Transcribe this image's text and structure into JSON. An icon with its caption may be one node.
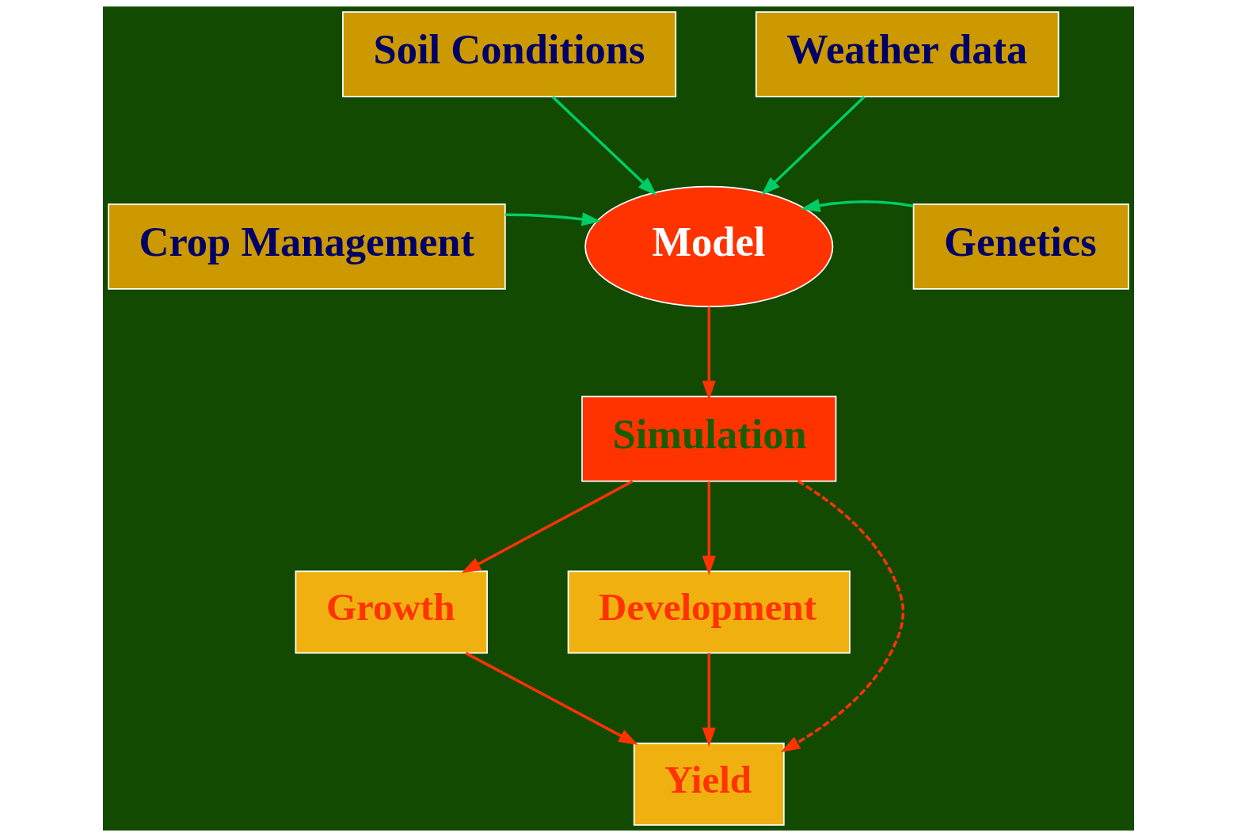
{
  "diagram": {
    "nodes": [
      {
        "text": [
          "Soil Conditions"
        ]
      },
      {
        "text": [
          "Weather data"
        ]
      },
      {
        "text": [
          "Model"
        ]
      },
      {
        "text": [
          "Crop Management"
        ]
      },
      {
        "text": [
          "Genetics"
        ]
      },
      {
        "text": [
          "Simulation"
        ]
      },
      {
        "text": [
          "Growth"
        ]
      },
      {
        "text": [
          "Development"
        ]
      },
      {
        "text": [
          "Yield"
        ]
      }
    ],
    "edges": [
      {
        "from": 0,
        "to": 2,
        "arrow": "to",
        "color": "#00cc66"
      },
      {
        "from": 1,
        "to": 2,
        "arrow": "to",
        "color": "#00cc66"
      },
      {
        "from": 3,
        "to": 2,
        "arrow": "to",
        "color": "#00cc66"
      },
      {
        "from": 4,
        "to": 2,
        "arrow": "to",
        "color": "#00cc66"
      },
      {
        "from": 2,
        "to": 5,
        "arrow": "to"
      },
      {
        "from": 5,
        "to": 6,
        "arrow": "to"
      },
      {
        "from": 5,
        "to": 8,
        "arrow": "to",
        "style": "dashed"
      },
      {
        "from": 5,
        "to": 7,
        "arrow": "to"
      },
      {
        "from": 6,
        "to": 8,
        "arrow": "to"
      },
      {
        "from": 7,
        "to": 8,
        "arrow": "to"
      }
    ]
  }
}
